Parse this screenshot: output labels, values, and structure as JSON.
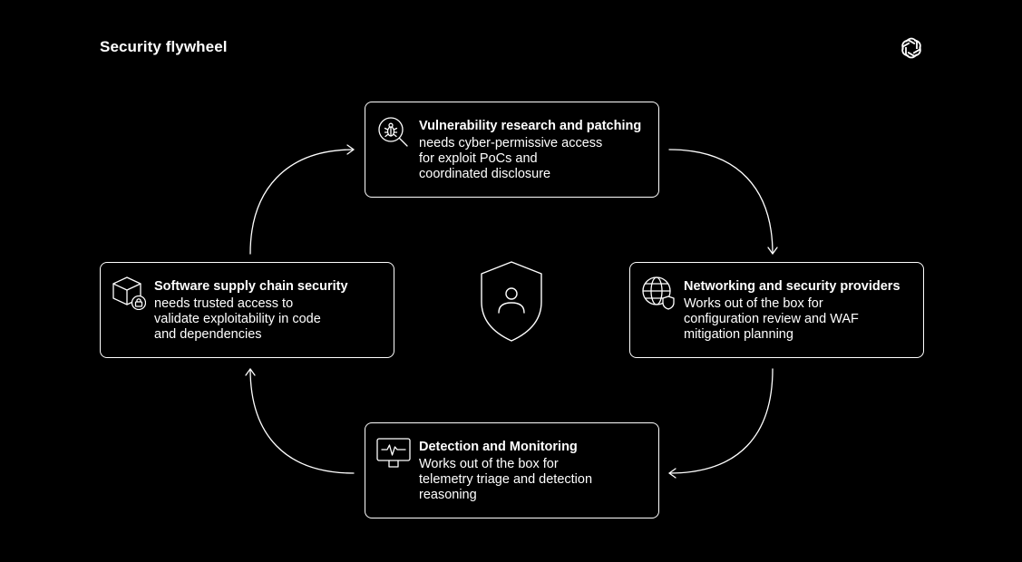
{
  "page": {
    "title": "Security flywheel"
  },
  "nodes": [
    {
      "id": "top",
      "icon": "bug-magnifier-icon",
      "title": "Vulnerability research and patching",
      "description": "needs cyber-permissive access\nfor exploit PoCs and\ncoordinated disclosure"
    },
    {
      "id": "right",
      "icon": "globe-shield-icon",
      "title": "Networking and security providers",
      "description": "Works out of the box for\nconfiguration review and WAF\nmitigation planning"
    },
    {
      "id": "bottom",
      "icon": "monitor-pulse-icon",
      "title": "Detection and Monitoring",
      "description": "Works out of the box for\ntelemetry triage and detection\nreasoning"
    },
    {
      "id": "left",
      "icon": "package-lock-icon",
      "title": "Software supply chain security",
      "description": "needs trusted access to\nvalidate exploitability in code\nand dependencies"
    }
  ],
  "center": {
    "icon": "shield-user-icon"
  },
  "brand": {
    "icon": "openai-logo-icon"
  },
  "colors": {
    "background": "#000000",
    "foreground": "#ffffff"
  }
}
